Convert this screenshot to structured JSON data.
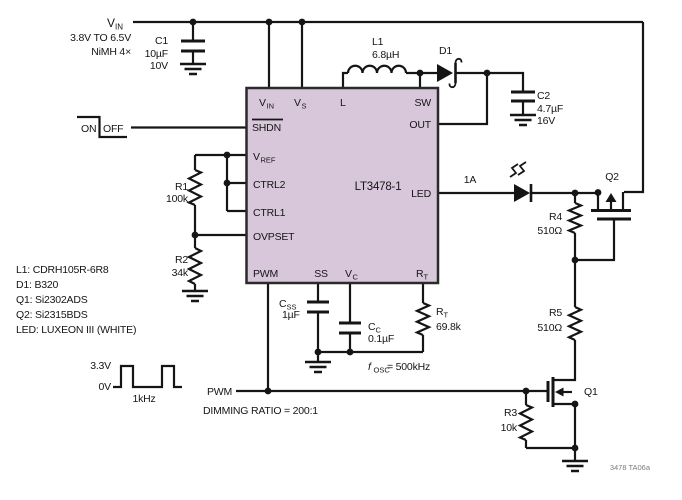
{
  "ic": {
    "name": "LT3478-1",
    "pins": {
      "vin": {
        "v": "V",
        "sub": "IN"
      },
      "vs": {
        "v": "V",
        "sub": "S"
      },
      "l": "L",
      "sw": "SW",
      "shdn": "SHDN",
      "out": "OUT",
      "vref": {
        "v": "V",
        "sub": "REF"
      },
      "ctrl2": "CTRL2",
      "ctrl1": "CTRL1",
      "ovpset": "OVPSET",
      "led": "LED",
      "pwm": "PWM",
      "ss": "SS",
      "vc": {
        "v": "V",
        "sub": "C"
      },
      "rt": {
        "v": "R",
        "sub": "T"
      }
    }
  },
  "input": {
    "v": "V",
    "sub": "IN",
    "range": "3.8V TO 6.5V",
    "source": "NiMH 4×",
    "on": "ON",
    "off": "OFF"
  },
  "components": {
    "c1": {
      "ref": "C1",
      "value": "10µF",
      "rating": "10V"
    },
    "l1": {
      "ref": "L1",
      "value": "6.8µH"
    },
    "d1": {
      "ref": "D1"
    },
    "c2": {
      "ref": "C2",
      "value": "4.7µF",
      "rating": "16V"
    },
    "r1": {
      "ref": "R1",
      "value": "100k"
    },
    "r2": {
      "ref": "R2",
      "value": "34k"
    },
    "r3": {
      "ref": "R3",
      "value": "10k"
    },
    "r4": {
      "ref": "R4",
      "value": "510Ω"
    },
    "r5": {
      "ref": "R5",
      "value": "510Ω"
    },
    "rt": {
      "ref": "R",
      "ref_sub": "T",
      "value": "69.8k"
    },
    "css": {
      "ref": "C",
      "ref_sub": "SS",
      "value": "1µF"
    },
    "cc": {
      "ref": "C",
      "ref_sub": "C",
      "value": "0.1µF"
    },
    "q1": {
      "ref": "Q1"
    },
    "q2": {
      "ref": "Q2"
    }
  },
  "annotations": {
    "led_current": "1A",
    "fosc_f": "f",
    "fosc_sub": "OSC",
    "fosc_value": " = 500kHz",
    "pwm_label": "PWM",
    "dimming": "DIMMING RATIO = 200:1",
    "wave_high": "3.3V",
    "wave_low": "0V",
    "wave_freq": "1kHz",
    "doc_note": "3478 TA06a"
  },
  "bom": [
    "L1: CDRH105R-6R8",
    "D1: B320",
    "Q1: Si2302ADS",
    "Q2: Si2315BDS",
    "LED: LUXEON III (WHITE)"
  ],
  "colors": {
    "ic_fill": "#d8c7da",
    "line": "#151515",
    "note_gray": "#7d7d7d"
  }
}
